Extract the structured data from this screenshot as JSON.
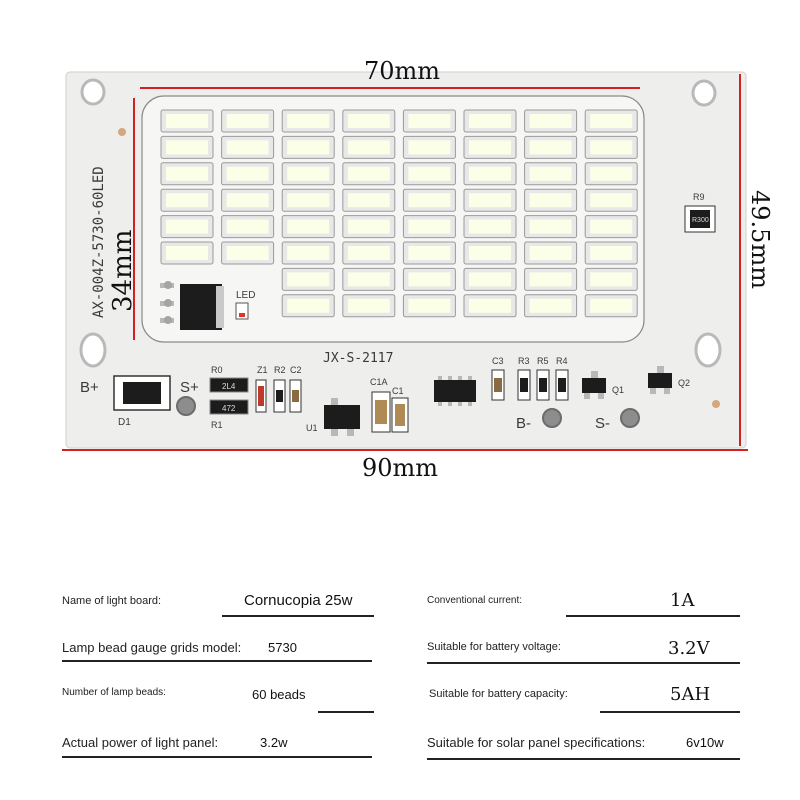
{
  "dimensions": {
    "top_width": "70mm",
    "bottom_width": "90mm",
    "right_height": "49.5mm",
    "left_height": "34mm"
  },
  "board": {
    "model_text": "AX-004Z-5730-60LED",
    "code_text": "JX-S-2117",
    "led_grid": {
      "columns": 8,
      "full_rows": 6,
      "right_rows": 8,
      "right_columns_start": 3,
      "total": 60
    },
    "markings": {
      "led": "LED",
      "b_plus": "B+",
      "s_plus": "S+",
      "b_minus": "B-",
      "s_minus": "S-",
      "d1": "D1",
      "r0": "R0",
      "r1": "R1",
      "z1": "Z1",
      "r2": "R2",
      "c2": "C2",
      "c1a": "C1A",
      "c1": "C1",
      "u1": "U1",
      "c3": "C3",
      "r3": "R3",
      "r5": "R5",
      "r4": "R4",
      "q1": "Q1",
      "q2": "Q2",
      "r9": "R9",
      "r9_code": "R300",
      "r0_code": "2L4",
      "r1_code": "472"
    },
    "colors": {
      "board": "#eeeeec",
      "led": "#fbffe8",
      "frame": "#e8e8e8",
      "dim_line": "#d42020"
    }
  },
  "specs": {
    "left": [
      {
        "label": "Name of light board:",
        "value": "Cornucopia 25w"
      },
      {
        "label": "Lamp bead gauge grids model:",
        "value": "5730"
      },
      {
        "label": "Number of lamp beads:",
        "value": "60 beads"
      },
      {
        "label": "Actual power of light panel:",
        "value": "3.2w"
      }
    ],
    "right": [
      {
        "label": "Conventional current:",
        "value": "1A"
      },
      {
        "label": "Suitable for battery voltage:",
        "value": "3.2V"
      },
      {
        "label": "Suitable for battery capacity:",
        "value": "5AH"
      },
      {
        "label": "Suitable for solar panel specifications:",
        "value": "6v10w"
      }
    ]
  }
}
